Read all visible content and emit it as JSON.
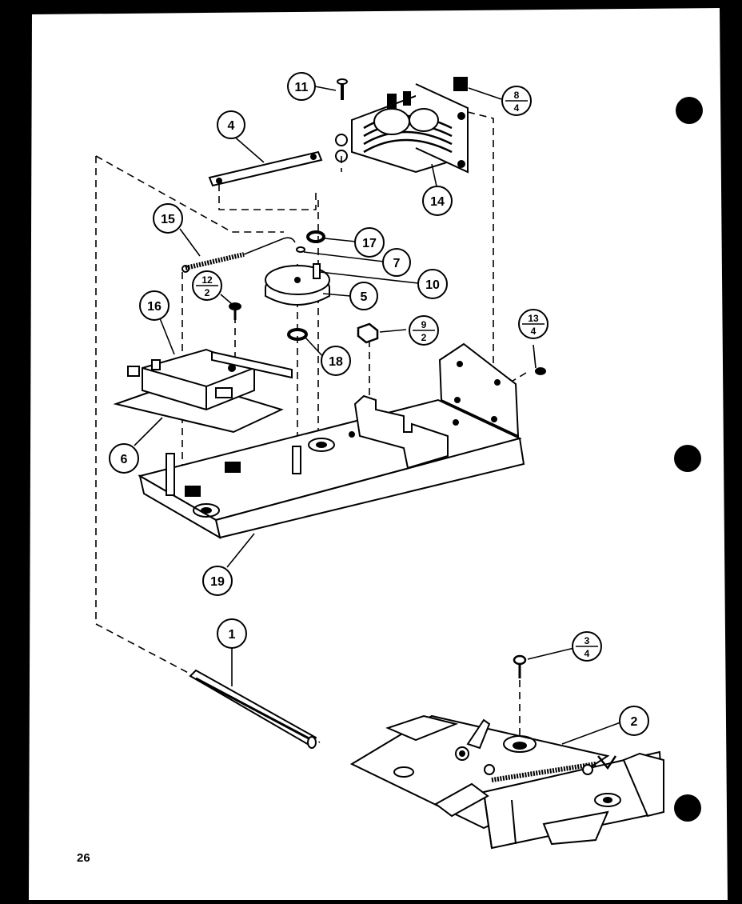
{
  "page_number": "26",
  "callouts": [
    {
      "id": "c-11",
      "label": "11"
    },
    {
      "id": "c-8-4",
      "num": "8",
      "den": "4"
    },
    {
      "id": "c-4",
      "label": "4"
    },
    {
      "id": "c-14",
      "label": "14"
    },
    {
      "id": "c-15",
      "label": "15"
    },
    {
      "id": "c-17",
      "label": "17"
    },
    {
      "id": "c-7",
      "label": "7"
    },
    {
      "id": "c-10",
      "label": "10"
    },
    {
      "id": "c-12-2",
      "num": "12",
      "den": "2"
    },
    {
      "id": "c-5",
      "label": "5"
    },
    {
      "id": "c-16",
      "label": "16"
    },
    {
      "id": "c-9-2",
      "num": "9",
      "den": "2"
    },
    {
      "id": "c-13-4",
      "num": "13",
      "den": "4"
    },
    {
      "id": "c-18",
      "label": "18"
    },
    {
      "id": "c-6",
      "label": "6"
    },
    {
      "id": "c-19",
      "label": "19"
    },
    {
      "id": "c-1",
      "label": "1"
    },
    {
      "id": "c-3-4",
      "num": "3",
      "den": "4"
    },
    {
      "id": "c-2",
      "label": "2"
    }
  ],
  "colors": {
    "paper": "#ffffff",
    "ink": "#000000",
    "background": "#000000"
  }
}
